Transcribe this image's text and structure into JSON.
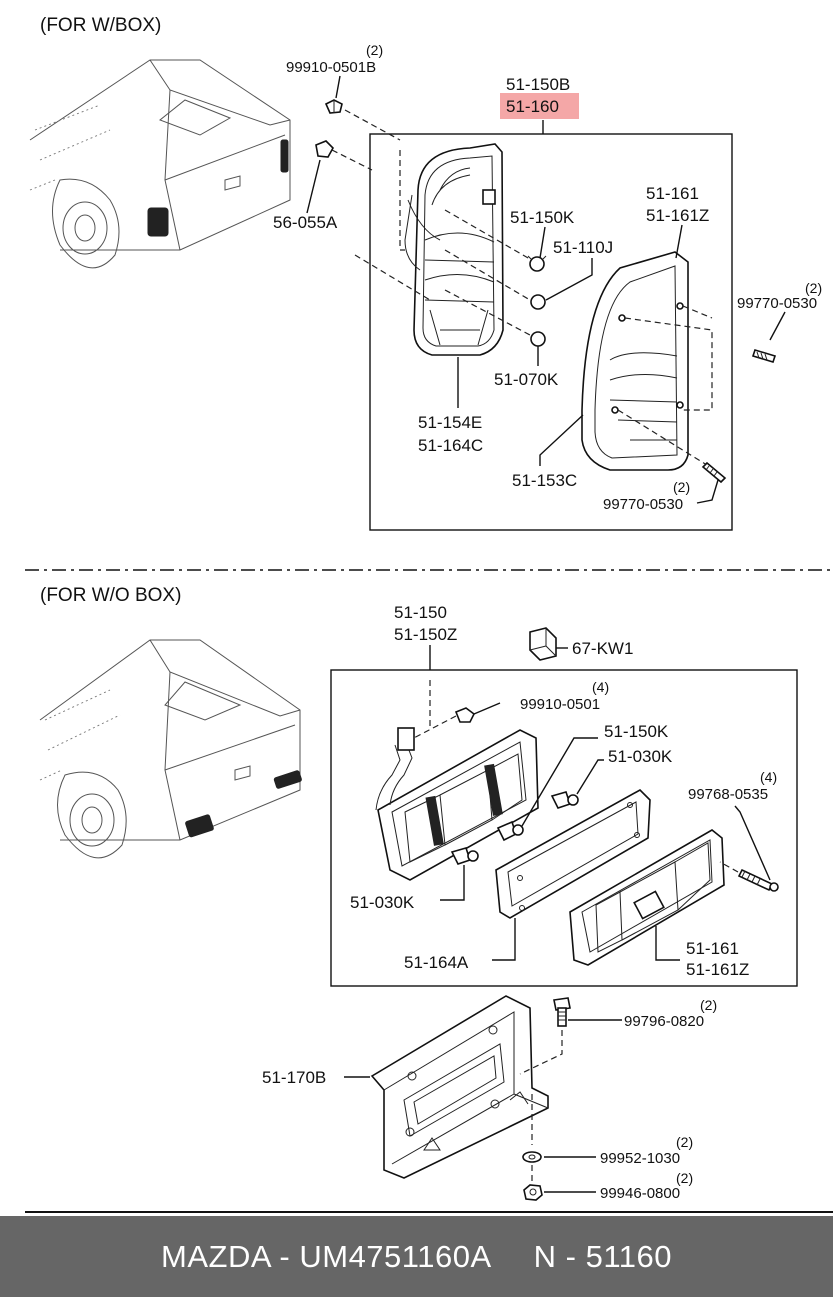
{
  "section_with_box": {
    "title": "(FOR W/BOX)",
    "labels": {
      "bracket_top": "51-150B",
      "bracket_top_highlight": "51-160",
      "clip_qty": "(2)",
      "clip": "99910-0501B",
      "retainer": "56-055A",
      "bulb_1": "51-150K",
      "bulb_2": "51-110J",
      "bulb_3": "51-070K",
      "housing_1": "51-154E",
      "housing_2": "51-164C",
      "lens_1": "51-161",
      "lens_2": "51-161Z",
      "screw_qty_a": "(2)",
      "screw_a": "99770-0530",
      "gasket": "51-153C",
      "screw_qty_b": "(2)",
      "screw_b": "99770-0530"
    },
    "highlight_color": "#f4a7a7"
  },
  "section_without_box": {
    "title": "(FOR W/O BOX)",
    "labels": {
      "assy_1": "51-150",
      "assy_2": "51-150Z",
      "connector": "67-KW1",
      "clip_qty": "(4)",
      "clip": "99910-0501",
      "bulb_a": "51-150K",
      "bulb_b": "51-030K",
      "screw_qty": "(4)",
      "screw": "99768-0535",
      "bulb_c": "51-030K",
      "gasket": "51-164A",
      "lens_1": "51-161",
      "lens_2": "51-161Z",
      "bolt_qty": "(2)",
      "bolt": "99796-0820",
      "bracket": "51-170B",
      "washer_qty": "(2)",
      "washer": "99952-1030",
      "nut_qty": "(2)",
      "nut": "99946-0800"
    }
  },
  "footer": {
    "brand_part": "MAZDA - UM4751160A",
    "ref": "N - 51160",
    "background": "#666666"
  }
}
